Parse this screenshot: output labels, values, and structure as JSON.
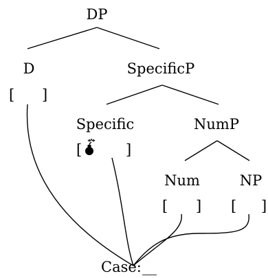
{
  "tree": {
    "root_label": "DP",
    "d_label": "D",
    "specificp_label": "SpecificP",
    "specific_label": "Specific",
    "nump_label": "NumP",
    "num_label": "Num",
    "np_label": "NP",
    "case_label": "Case:",
    "case_value": "__"
  },
  "features": {
    "d_bracket_open": "[",
    "d_bracket_close": "]",
    "specific_bracket_open": "[",
    "specific_bracket_close": "]",
    "num_bracket_open": "[",
    "num_bracket_close": "]",
    "np_bracket_open": "[",
    "np_bracket_close": "]",
    "specific_marker_icon": "bomb-icon"
  }
}
